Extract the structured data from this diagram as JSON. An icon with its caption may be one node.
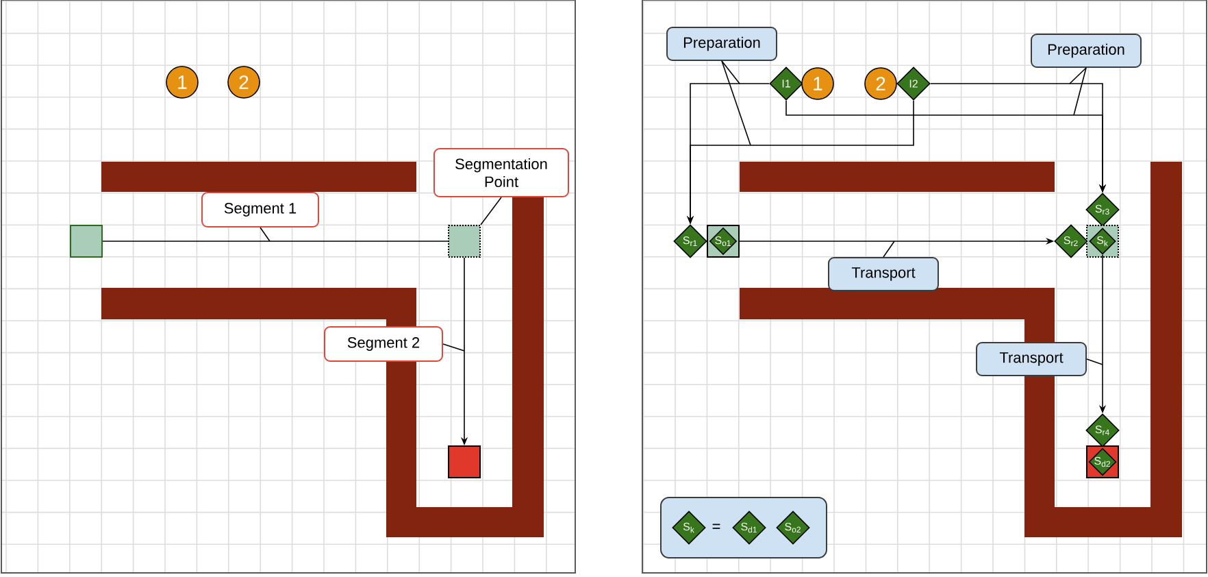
{
  "diagram": {
    "nodes": [
      {
        "text": [
          "1"
        ]
      },
      {
        "text": [
          "2"
        ]
      },
      {
        "text": [
          "Segmentation Point"
        ]
      },
      {
        "text": [
          "Segment 1"
        ]
      },
      {
        "text": [],
        "shape": "box"
      },
      {
        "text": [],
        "shape": "box"
      },
      {
        "text": [
          "Segment 2"
        ]
      },
      {
        "text": [],
        "shape": "box"
      },
      {
        "text": [
          "Preparation"
        ]
      },
      {
        "text": [
          "Preparation"
        ]
      },
      {
        "text": [
          "I1"
        ]
      },
      {
        "text": [
          "1"
        ]
      },
      {
        "text": [
          "2"
        ]
      },
      {
        "text": [
          "I2"
        ]
      },
      {
        "text": [
          "S$_{r3}$"
        ]
      },
      {
        "text": [
          "S$_{r1}$"
        ]
      },
      {
        "text": [],
        "shape": "box"
      },
      {
        "text": [
          "S$_{o1}$"
        ],
        "in": 16
      },
      {
        "text": [
          "S$_{r2}$"
        ]
      },
      {
        "text": [],
        "shape": "box"
      },
      {
        "text": [
          "S$_{k}$"
        ],
        "in": 19
      },
      {
        "text": [
          "Transport"
        ]
      },
      {
        "text": [
          "Transport"
        ]
      },
      {
        "text": [
          "S$_{r4}$"
        ]
      },
      {
        "text": [],
        "shape": "box"
      },
      {
        "text": [
          "S$_{d2}$"
        ],
        "in": 24
      },
      {
        "text": [
          "="
        ]
      },
      {
        "text": [
          "S$_{k}$"
        ],
        "in": 26
      },
      {
        "text": [
          "S$_{d1}$"
        ],
        "in": 26
      },
      {
        "text": [
          "S$_{o2}$"
        ],
        "in": 26
      }
    ],
    "edges": [
      {
        "from": 4,
        "to": 5,
        "arrow": "none"
      },
      {
        "from": 5,
        "to": 7,
        "arrow": "to"
      },
      {
        "from": 3,
        "to": null,
        "arrow": "none"
      },
      {
        "from": 2,
        "to": 5,
        "arrow": "none"
      },
      {
        "from": 6,
        "to": null,
        "arrow": "none"
      },
      {
        "from": 10,
        "to": 15,
        "arrow": "to"
      },
      {
        "from": 13,
        "to": 15,
        "arrow": "to"
      },
      {
        "from": 10,
        "to": 14,
        "arrow": "to"
      },
      {
        "from": 13,
        "to": 14,
        "arrow": "to"
      },
      {
        "from": 16,
        "to": 18,
        "arrow": "to"
      },
      {
        "from": 20,
        "to": 23,
        "arrow": "to"
      },
      {
        "from": 8,
        "to": null,
        "arrow": "none"
      },
      {
        "from": 8,
        "to": null,
        "arrow": "none"
      },
      {
        "from": 9,
        "to": null,
        "arrow": "none"
      },
      {
        "from": 9,
        "to": null,
        "arrow": "none"
      },
      {
        "from": 21,
        "to": null,
        "arrow": "none"
      },
      {
        "from": 22,
        "to": null,
        "arrow": "none"
      }
    ]
  }
}
